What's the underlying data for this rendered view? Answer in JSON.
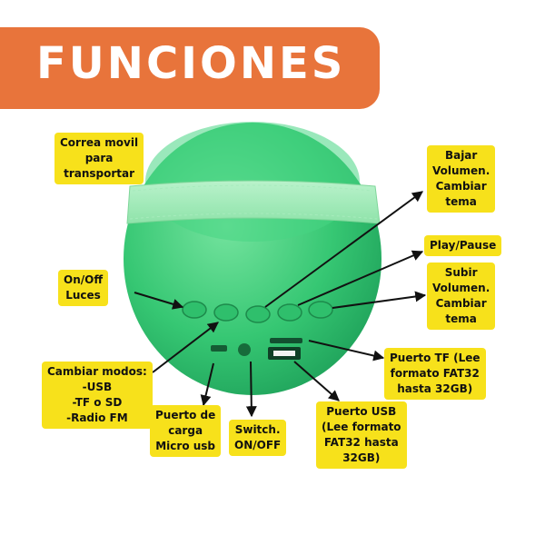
{
  "title": "FUNCIONES",
  "colors": {
    "banner": "#e8743b",
    "label_bg": "#f7e11b",
    "speaker": "#2ecc71"
  },
  "labels": {
    "strap": [
      "Correa movil",
      "para",
      "transportar"
    ],
    "lights": [
      "On/Off",
      "Luces"
    ],
    "modes": [
      "Cambiar modos:",
      "-USB",
      "-TF o SD",
      "-Radio FM"
    ],
    "charge": [
      "Puerto de",
      "carga",
      "Micro usb"
    ],
    "switch": [
      "Switch.",
      "ON/OFF"
    ],
    "usb": [
      "Puerto USB",
      "(Lee formato",
      "FAT32 hasta",
      "32GB)"
    ],
    "tf": [
      "Puerto TF (Lee",
      "formato FAT32",
      "hasta 32GB)"
    ],
    "vol_down": [
      "Bajar",
      "Volumen.",
      "Cambiar",
      "tema"
    ],
    "play": [
      "Play/Pause"
    ],
    "vol_up": [
      "Subir",
      "Volumen.",
      "Cambiar",
      "tema"
    ]
  }
}
